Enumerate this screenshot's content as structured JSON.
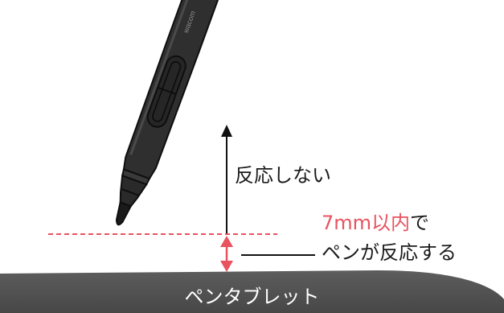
{
  "labels": {
    "no_reaction": "反応しない",
    "distance_value": "7mm以内",
    "distance_suffix": "で",
    "reacts": "ペンが反応する",
    "tablet": "ペンタブレット",
    "brand": "wacom"
  },
  "colors": {
    "accent": "#e8535f",
    "text": "#1a1a1a",
    "pen_body": "#2b2b2b",
    "tablet": "#545454",
    "tablet_text": "#ffffff"
  }
}
